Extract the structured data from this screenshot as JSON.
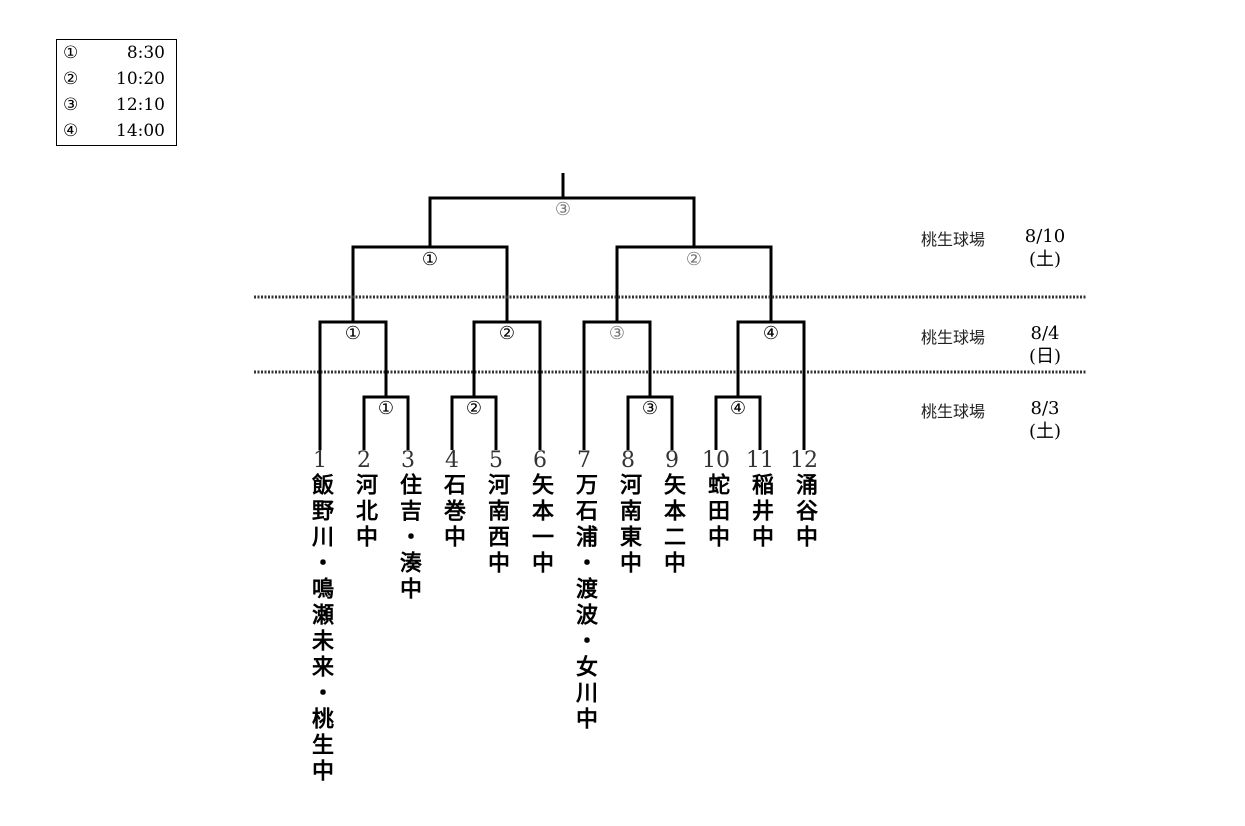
{
  "schedule": [
    {
      "marker": "①",
      "time": "8:30"
    },
    {
      "marker": "②",
      "time": "10:20"
    },
    {
      "marker": "③",
      "time": "12:10"
    },
    {
      "marker": "④",
      "time": "14:00"
    }
  ],
  "rounds": [
    {
      "venue": "桃生球場",
      "date": "8/10",
      "day": "(土)"
    },
    {
      "venue": "桃生球場",
      "date": "8/4",
      "day": "(日)"
    },
    {
      "venue": "桃生球場",
      "date": "8/3",
      "day": "(土)"
    }
  ],
  "games": {
    "r1": [
      "①",
      "②",
      "③",
      "④"
    ],
    "r2": [
      "①",
      "②",
      "③",
      "④"
    ],
    "semi": [
      "①",
      "②"
    ],
    "final": "③"
  },
  "teams": [
    {
      "seed": "1",
      "name": "飯野川・鳴瀬未来・桃生中"
    },
    {
      "seed": "2",
      "name": "河北中"
    },
    {
      "seed": "3",
      "name": "住吉・湊中"
    },
    {
      "seed": "4",
      "name": "石巻中"
    },
    {
      "seed": "5",
      "name": "河南西中"
    },
    {
      "seed": "6",
      "name": "矢本一中"
    },
    {
      "seed": "7",
      "name": "万石浦・渡波・女川中"
    },
    {
      "seed": "8",
      "name": "河南東中"
    },
    {
      "seed": "9",
      "name": "矢本二中"
    },
    {
      "seed": "10",
      "name": "蛇田中"
    },
    {
      "seed": "11",
      "name": "稲井中"
    },
    {
      "seed": "12",
      "name": "涌谷中"
    }
  ]
}
